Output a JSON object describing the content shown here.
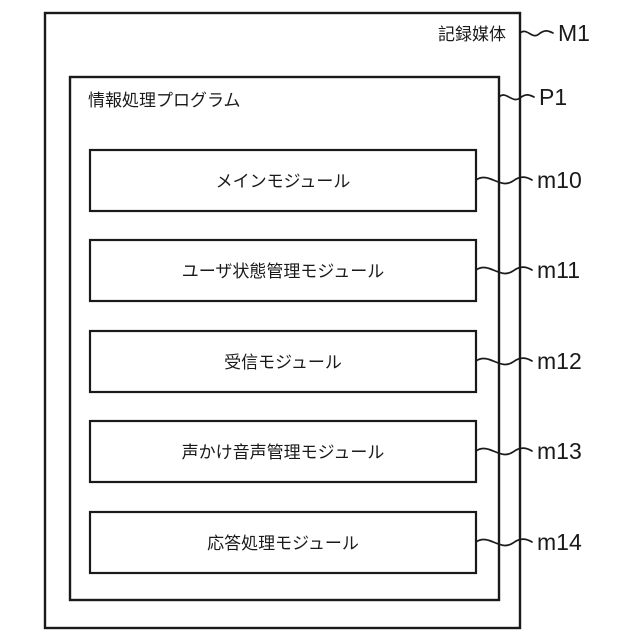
{
  "figure": {
    "type": "patent-block-diagram",
    "orientation": "vertical-stack",
    "background_color": "#ffffff",
    "line_color": "#1a1a1a"
  },
  "recording_medium": {
    "label": "記録媒体",
    "reference_sign": "M1"
  },
  "program": {
    "label": "情報処理プログラム",
    "reference_sign": "P1"
  },
  "modules": [
    {
      "label": "メインモジュール",
      "reference_sign": "m10"
    },
    {
      "label": "ユーザ状態管理モジュール",
      "reference_sign": "m11"
    },
    {
      "label": "受信モジュール",
      "reference_sign": "m12"
    },
    {
      "label": "声かけ音声管理モジュール",
      "reference_sign": "m13"
    },
    {
      "label": "応答処理モジュール",
      "reference_sign": "m14"
    }
  ]
}
